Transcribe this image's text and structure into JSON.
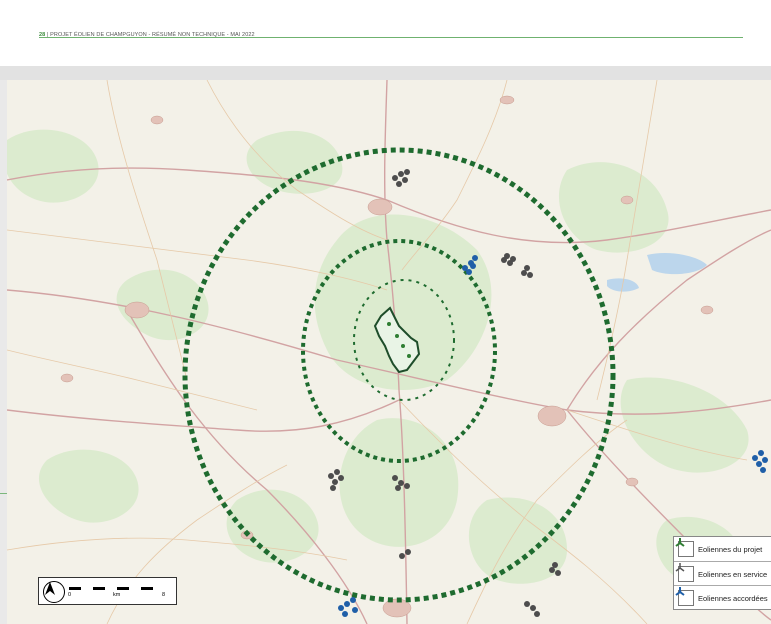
{
  "header": {
    "page_number": "28",
    "running_title": "PROJET ÉOLIEN DE CHAMPGUYON - RÉSUMÉ NON TECHNIQUE - MAI 2022"
  },
  "legend": {
    "items": [
      {
        "label": "Eoliennes du projet",
        "color": "#2e7d32",
        "icon": "wind-turbine-project-icon"
      },
      {
        "label": "Eoliennes en service",
        "color": "#555555",
        "icon": "wind-turbine-operating-icon"
      },
      {
        "label": "Eoliennes accordées",
        "color": "#1f5fa8",
        "icon": "wind-turbine-approved-icon"
      }
    ]
  },
  "scalebar": {
    "start": "0",
    "unit": "km",
    "end": "8",
    "north_icon": "north-arrow-icon"
  },
  "colors": {
    "buffer_ring": "#1e6b2f",
    "header_accent": "#3a8a3a"
  }
}
